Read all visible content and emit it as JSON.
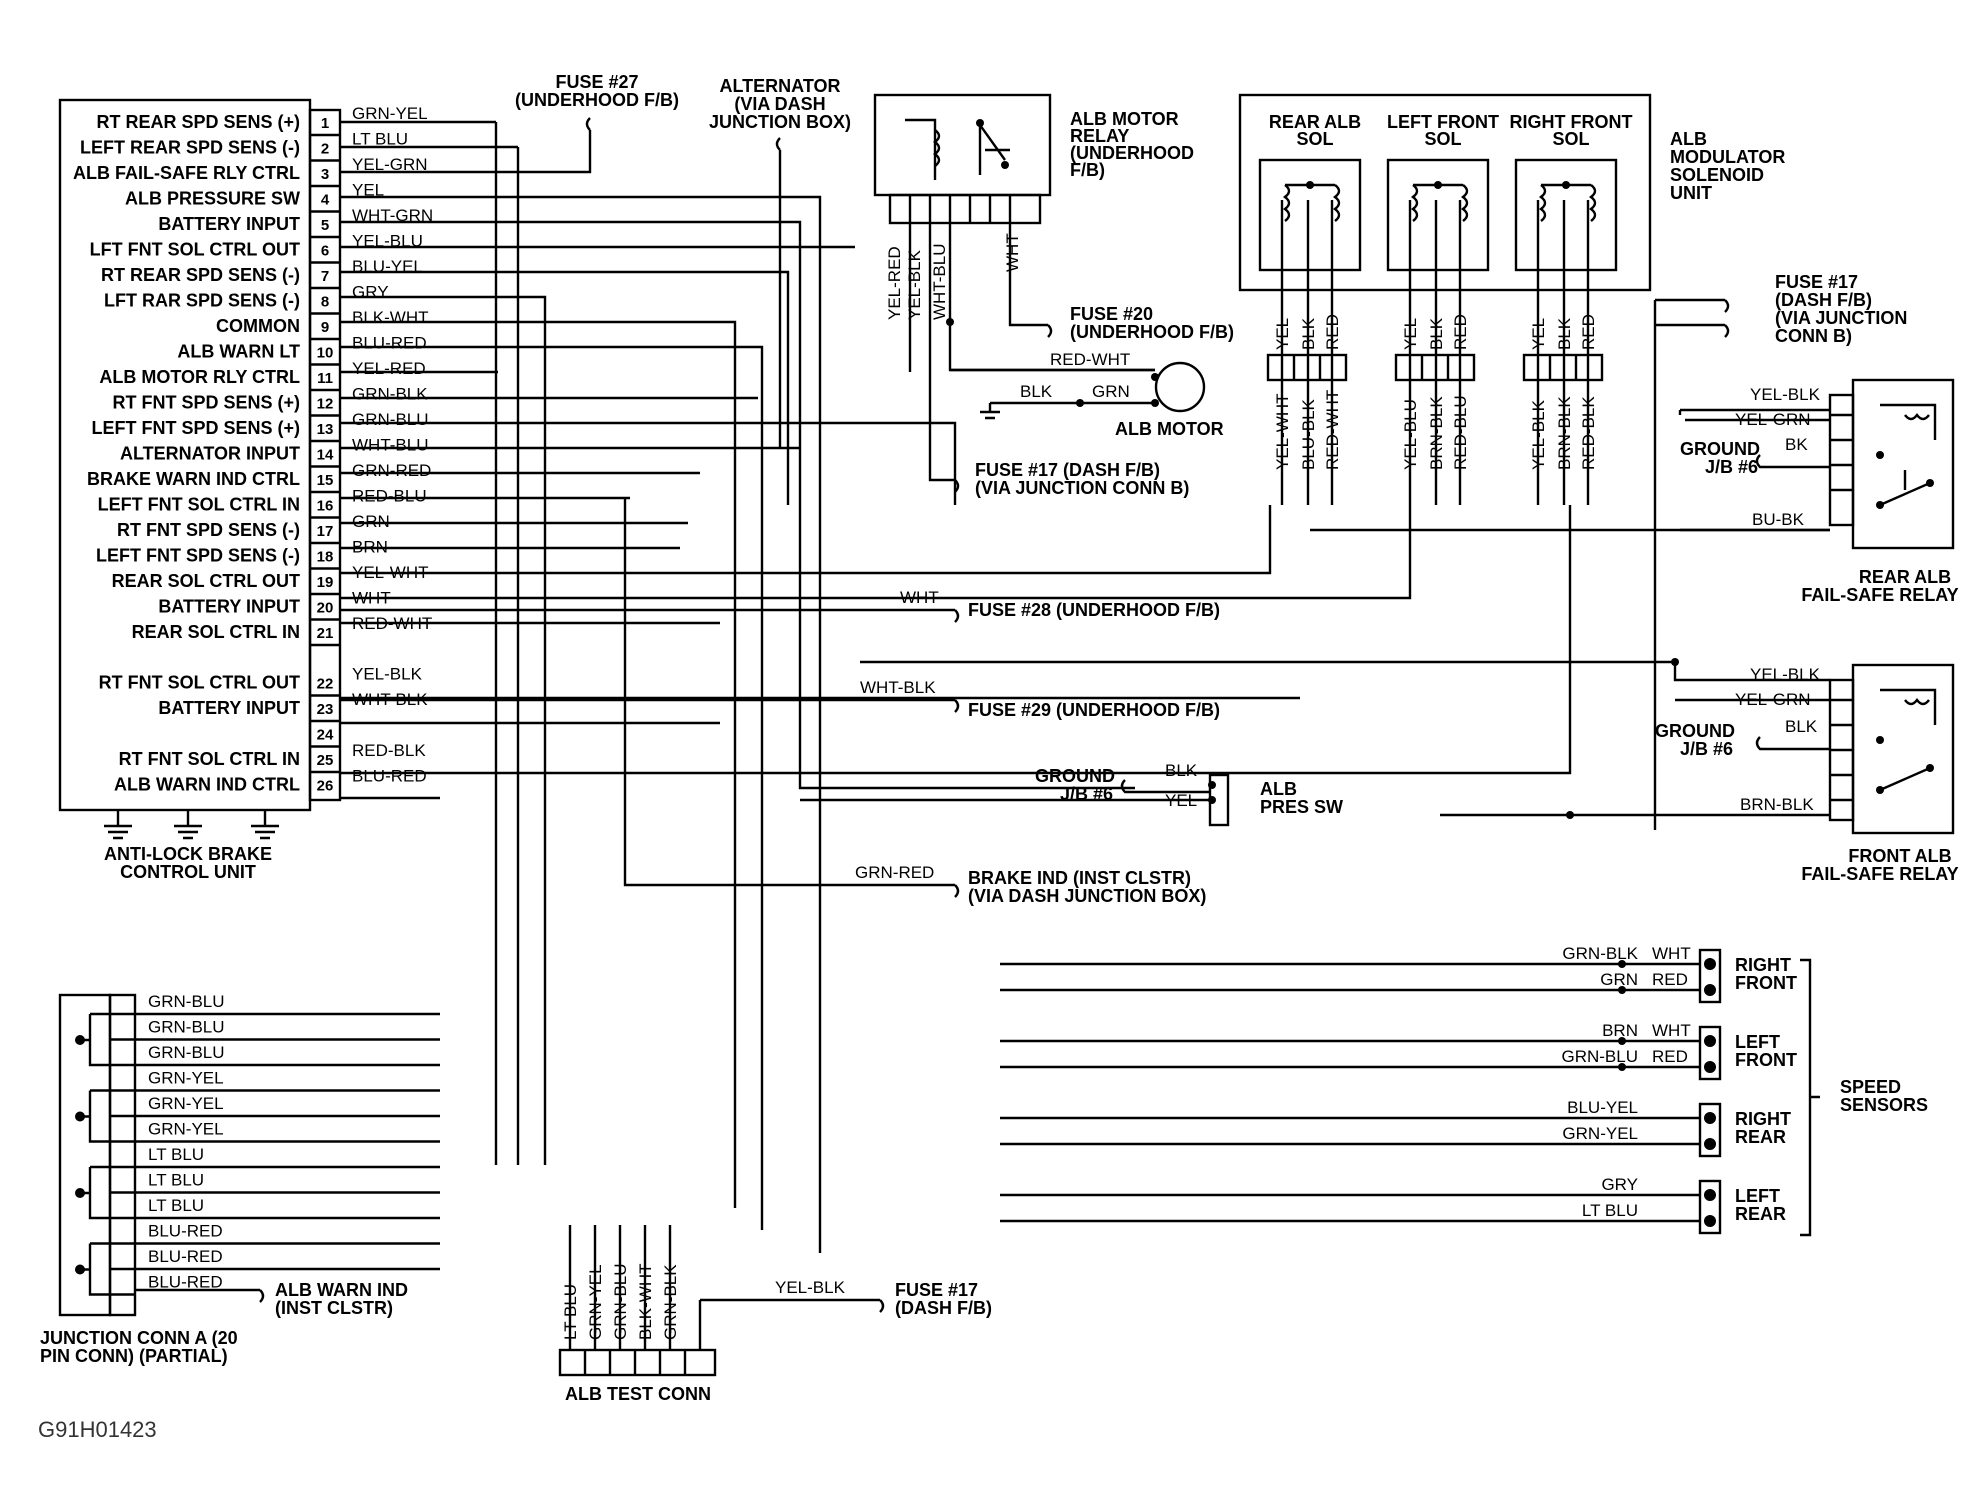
{
  "ecu": {
    "title": [
      "ANTI-LOCK BRAKE",
      "CONTROL UNIT"
    ],
    "pins": [
      {
        "num": "1",
        "label": "RT REAR SPD SENS (+)",
        "wire": "GRN-YEL"
      },
      {
        "num": "2",
        "label": "LEFT REAR SPD SENS (-)",
        "wire": "LT BLU"
      },
      {
        "num": "3",
        "label": "ALB FAIL-SAFE RLY CTRL",
        "wire": "YEL-GRN"
      },
      {
        "num": "4",
        "label": "ALB PRESSURE SW",
        "wire": "YEL"
      },
      {
        "num": "5",
        "label": "BATTERY INPUT",
        "wire": "WHT-GRN"
      },
      {
        "num": "6",
        "label": "LFT FNT SOL CTRL OUT",
        "wire": "YEL-BLU"
      },
      {
        "num": "7",
        "label": "RT REAR SPD SENS (-)",
        "wire": "BLU-YEL"
      },
      {
        "num": "8",
        "label": "LFT RAR SPD SENS (-)",
        "wire": "GRY"
      },
      {
        "num": "9",
        "label": "COMMON",
        "wire": "BLK-WHT"
      },
      {
        "num": "10",
        "label": "ALB WARN LT",
        "wire": "BLU-RED"
      },
      {
        "num": "11",
        "label": "ALB MOTOR RLY CTRL",
        "wire": "YEL-RED"
      },
      {
        "num": "12",
        "label": "RT FNT SPD SENS (+)",
        "wire": "GRN-BLK"
      },
      {
        "num": "13",
        "label": "LEFT FNT SPD SENS (+)",
        "wire": "GRN-BLU"
      },
      {
        "num": "14",
        "label": "ALTERNATOR INPUT",
        "wire": "WHT-BLU"
      },
      {
        "num": "15",
        "label": "BRAKE WARN IND CTRL",
        "wire": "GRN-RED"
      },
      {
        "num": "16",
        "label": "LEFT FNT SOL CTRL IN",
        "wire": "RED-BLU"
      },
      {
        "num": "17",
        "label": "RT FNT SPD SENS (-)",
        "wire": "GRN"
      },
      {
        "num": "18",
        "label": "LEFT FNT SPD SENS (-)",
        "wire": "BRN"
      },
      {
        "num": "19",
        "label": "REAR SOL CTRL OUT",
        "wire": "YEL-WHT"
      },
      {
        "num": "20",
        "label": "BATTERY INPUT",
        "wire": "WHT"
      },
      {
        "num": "21",
        "label": "REAR SOL CTRL IN",
        "wire": "RED-WHT"
      },
      {
        "num": "22",
        "label": "RT FNT SOL CTRL OUT",
        "wire": "YEL-BLK"
      },
      {
        "num": "23",
        "label": "BATTERY INPUT",
        "wire": "WHT-BLK"
      },
      {
        "num": "24",
        "label": "",
        "wire": ""
      },
      {
        "num": "25",
        "label": "RT FNT SOL CTRL IN",
        "wire": "RED-BLK"
      },
      {
        "num": "26",
        "label": "ALB WARN IND CTRL",
        "wire": "BLU-RED"
      }
    ]
  },
  "fuse27": [
    "FUSE #27",
    "(UNDERHOOD F/B)"
  ],
  "alternator": [
    "ALTERNATOR",
    "(VIA DASH",
    "JUNCTION BOX)"
  ],
  "motor_relay": {
    "title": [
      "ALB MOTOR",
      "RELAY",
      "(UNDERHOOD",
      "F/B)"
    ],
    "wires": [
      "YEL-RED",
      "YEL-BLK",
      "WHT-BLU",
      "WHT"
    ]
  },
  "fuse20": [
    "FUSE #20",
    "(UNDERHOOD F/B)"
  ],
  "motor": {
    "wire1": "RED-WHT",
    "wire2": "BLK",
    "wire3": "GRN",
    "label": "ALB MOTOR"
  },
  "fuse17_mid": [
    "FUSE #17 (DASH F/B)",
    "(VIA JUNCTION CONN B)"
  ],
  "modulator": {
    "title": [
      "ALB",
      "MODULATOR",
      "SOLENOID",
      "UNIT"
    ],
    "sols": [
      {
        "name": [
          "REAR ALB",
          "SOL"
        ],
        "top": [
          "YEL",
          "BLK",
          "RED"
        ],
        "bottom": [
          "YEL-WHT",
          "BLU-BLK",
          "RED-WHT"
        ]
      },
      {
        "name": [
          "LEFT FRONT",
          "SOL"
        ],
        "top": [
          "YEL",
          "BLK",
          "RED"
        ],
        "bottom": [
          "YEL-BLU",
          "BRN-BLK",
          "RED-BLU"
        ]
      },
      {
        "name": [
          "RIGHT FRONT",
          "SOL"
        ],
        "top": [
          "YEL",
          "BLK",
          "RED"
        ],
        "bottom": [
          "YEL-BLK",
          "BRN-BLK",
          "RED-BLK"
        ]
      }
    ]
  },
  "fuse17_right": [
    "FUSE #17",
    "(DASH F/B)",
    "(VIA JUNCTION",
    "CONN B)"
  ],
  "rear_relay": {
    "wires": [
      "YEL-BLK",
      "YEL-GRN",
      "BK",
      "BU-BK"
    ],
    "ground": [
      "GROUND",
      "J/B #6"
    ],
    "title": [
      "REAR ALB",
      "FAIL-SAFE RELAY"
    ]
  },
  "front_relay": {
    "wires": [
      "YEL-BLK",
      "YEL-GRN",
      "BLK",
      "BRN-BLK"
    ],
    "ground": [
      "GROUND",
      "J/B #6"
    ],
    "title": [
      "FRONT ALB",
      "FAIL-SAFE RELAY"
    ]
  },
  "fuse28": {
    "wire": "WHT",
    "label": "FUSE #28 (UNDERHOOD F/B)"
  },
  "fuse29": {
    "wire": "WHT-BLK",
    "label": "FUSE #29 (UNDERHOOD F/B)"
  },
  "pres_sw": {
    "ground": [
      "GROUND",
      "J/B #6"
    ],
    "wires": [
      "BLK",
      "YEL"
    ],
    "label": [
      "ALB",
      "PRES SW"
    ]
  },
  "brake_ind": {
    "wire": "GRN-RED",
    "label": [
      "BRAKE IND (INST CLSTR)",
      "(VIA DASH JUNCTION BOX)"
    ]
  },
  "speed_sensors": {
    "title": [
      "SPEED",
      "SENSORS"
    ],
    "groups": [
      {
        "name": [
          "RIGHT",
          "FRONT"
        ],
        "in": [
          "GRN-BLK",
          "GRN"
        ],
        "out": [
          "WHT",
          "RED"
        ]
      },
      {
        "name": [
          "LEFT",
          "FRONT"
        ],
        "in": [
          "BRN",
          "GRN-BLU"
        ],
        "out": [
          "WHT",
          "RED"
        ]
      },
      {
        "name": [
          "RIGHT",
          "REAR"
        ],
        "in": [
          "BLU-YEL",
          "GRN-YEL"
        ],
        "out": [
          "",
          ""
        ]
      },
      {
        "name": [
          "LEFT",
          "REAR"
        ],
        "in": [
          "GRY",
          "LT BLU"
        ],
        "out": [
          "",
          ""
        ]
      }
    ]
  },
  "junction": {
    "wires": [
      "GRN-BLU",
      "GRN-BLU",
      "GRN-BLU",
      "GRN-YEL",
      "GRN-YEL",
      "GRN-YEL",
      "LT BLU",
      "LT BLU",
      "LT BLU",
      "BLU-RED",
      "BLU-RED",
      "BLU-RED"
    ],
    "warn": [
      "ALB WARN IND",
      "(INST CLSTR)"
    ],
    "title": [
      "JUNCTION CONN A (20",
      "PIN CONN) (PARTIAL)"
    ]
  },
  "test_conn": {
    "wires": [
      "LT BLU",
      "GRN-YEL",
      "GRN-BLU",
      "BLK-WHT",
      "GRN-BLK"
    ],
    "fuse_wire": "YEL-BLK",
    "fuse": [
      "FUSE #17",
      "(DASH F/B)"
    ],
    "title": "ALB TEST CONN"
  },
  "figure_id": "G91H01423"
}
